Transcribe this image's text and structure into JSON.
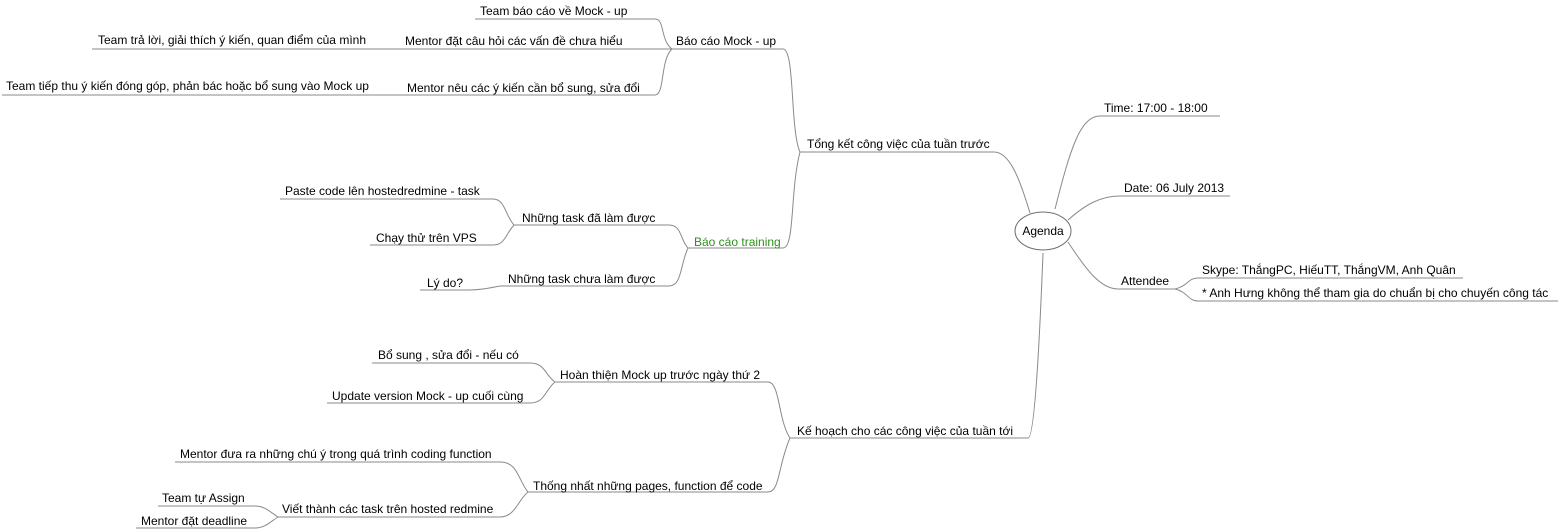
{
  "root": {
    "label": "Agenda"
  },
  "time": "Time: 17:00 - 18:00",
  "date": "Date: 06 July 2013",
  "attendee": {
    "label": "Attendee",
    "skype": "Skype: ThắngPC, HiếuTT, ThắngVM, Anh Quân",
    "note": "* Anh Hưng không thể tham gia do chuẩn bị cho chuyến công tác"
  },
  "last_week": {
    "label": "Tổng kết công việc của tuần trước",
    "mockup": {
      "label": "Báo cáo Mock - up",
      "team_report": "Team báo cáo về Mock - up",
      "mentor_question": "Mentor đặt câu hỏi các vấn đề chưa hiểu",
      "team_answer": "Team trả lời, giải thích ý kiến, quan điểm của mình",
      "mentor_feedback": "Mentor nêu các ý kiến cần bổ sung, sửa đổi",
      "team_accept": "Team tiếp thu ý kiến đóng góp, phản bác hoặc bổ sung vào Mock up"
    },
    "training": {
      "label": "Báo cáo training",
      "done": "Những task đã làm được",
      "paste_code": "Paste code lên hostedredmine - task",
      "run_vps": "Chạy thử trên VPS",
      "not_done": "Những task chưa làm được",
      "reason": "Lý do?"
    }
  },
  "next_week": {
    "label": "Kế hoạch cho các công việc của tuần tới",
    "finish_mockup": {
      "label": "Hoàn thiện Mock up trước ngày thứ 2",
      "amend": "Bổ sung , sửa đổi - nếu có",
      "update": "Update version Mock - up cuối cùng"
    },
    "agree_pages": {
      "label": "Thống nhất những pages, function để code",
      "mentor_notes": "Mentor đưa ra những chú ý trong quá trình coding function",
      "write_tasks": "Viết thành các task trên hosted redmine",
      "team_assign": "Team tự Assign",
      "mentor_deadline": "Mentor đặt deadline"
    }
  },
  "colors": {
    "line": "#8a8a8a",
    "highlight_text": "#2f8f1f"
  }
}
